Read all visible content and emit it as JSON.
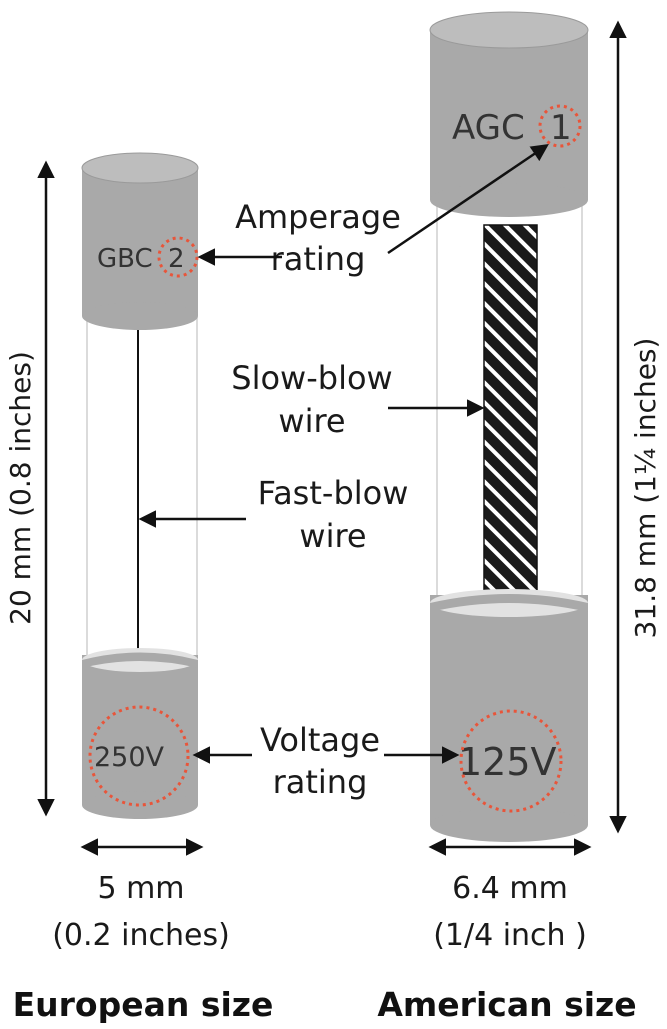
{
  "european_fuse": {
    "marking_code": "GBC",
    "amperage_digit": "2",
    "voltage_marking": "250V",
    "length_label": "20 mm (0.8 inches)",
    "diameter_label_line1": "5 mm",
    "diameter_label_line2": "(0.2 inches)",
    "size_caption": "European size"
  },
  "american_fuse": {
    "marking_code": "AGC",
    "amperage_digit": "1",
    "voltage_marking": "125V",
    "length_label": "31.8 mm (1¼ inches)",
    "diameter_label_line1": "6.4 mm",
    "diameter_label_line2": "(1/4 inch )",
    "size_caption": "American size"
  },
  "callouts": {
    "amperage_line1": "Amperage",
    "amperage_line2": "rating",
    "slow_blow_line1": "Slow-blow",
    "slow_blow_line2": "wire",
    "fast_blow_line1": "Fast-blow",
    "fast_blow_line2": "wire",
    "voltage_line1": "Voltage",
    "voltage_line2": "rating"
  },
  "colors": {
    "cap_gray": "#a9a9a9",
    "cap_top": "#bdbdbd",
    "highlight_circle": "#e8553a",
    "glass_outline": "#c8c8c8"
  }
}
